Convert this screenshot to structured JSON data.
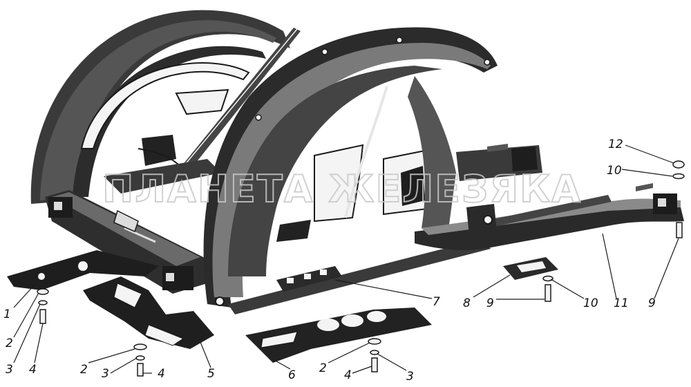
{
  "watermark": "ПЛАНЕТА ЖЕЛЕЗЯКА",
  "callouts": [
    {
      "id": "c1",
      "text": "1"
    },
    {
      "id": "c2a",
      "text": "2"
    },
    {
      "id": "c3a",
      "text": "3"
    },
    {
      "id": "c4a",
      "text": "4"
    },
    {
      "id": "c2b",
      "text": "2"
    },
    {
      "id": "c3b",
      "text": "3"
    },
    {
      "id": "c4b",
      "text": "4"
    },
    {
      "id": "c5",
      "text": "5"
    },
    {
      "id": "c6",
      "text": "6"
    },
    {
      "id": "c2c",
      "text": "2"
    },
    {
      "id": "c4c",
      "text": "4"
    },
    {
      "id": "c3c",
      "text": "3"
    },
    {
      "id": "c7",
      "text": "7"
    },
    {
      "id": "c8",
      "text": "8"
    },
    {
      "id": "c9a",
      "text": "9"
    },
    {
      "id": "c10a",
      "text": "10"
    },
    {
      "id": "c11",
      "text": "11"
    },
    {
      "id": "c9b",
      "text": "9"
    },
    {
      "id": "c10b",
      "text": "10"
    },
    {
      "id": "c12",
      "text": "12"
    }
  ]
}
